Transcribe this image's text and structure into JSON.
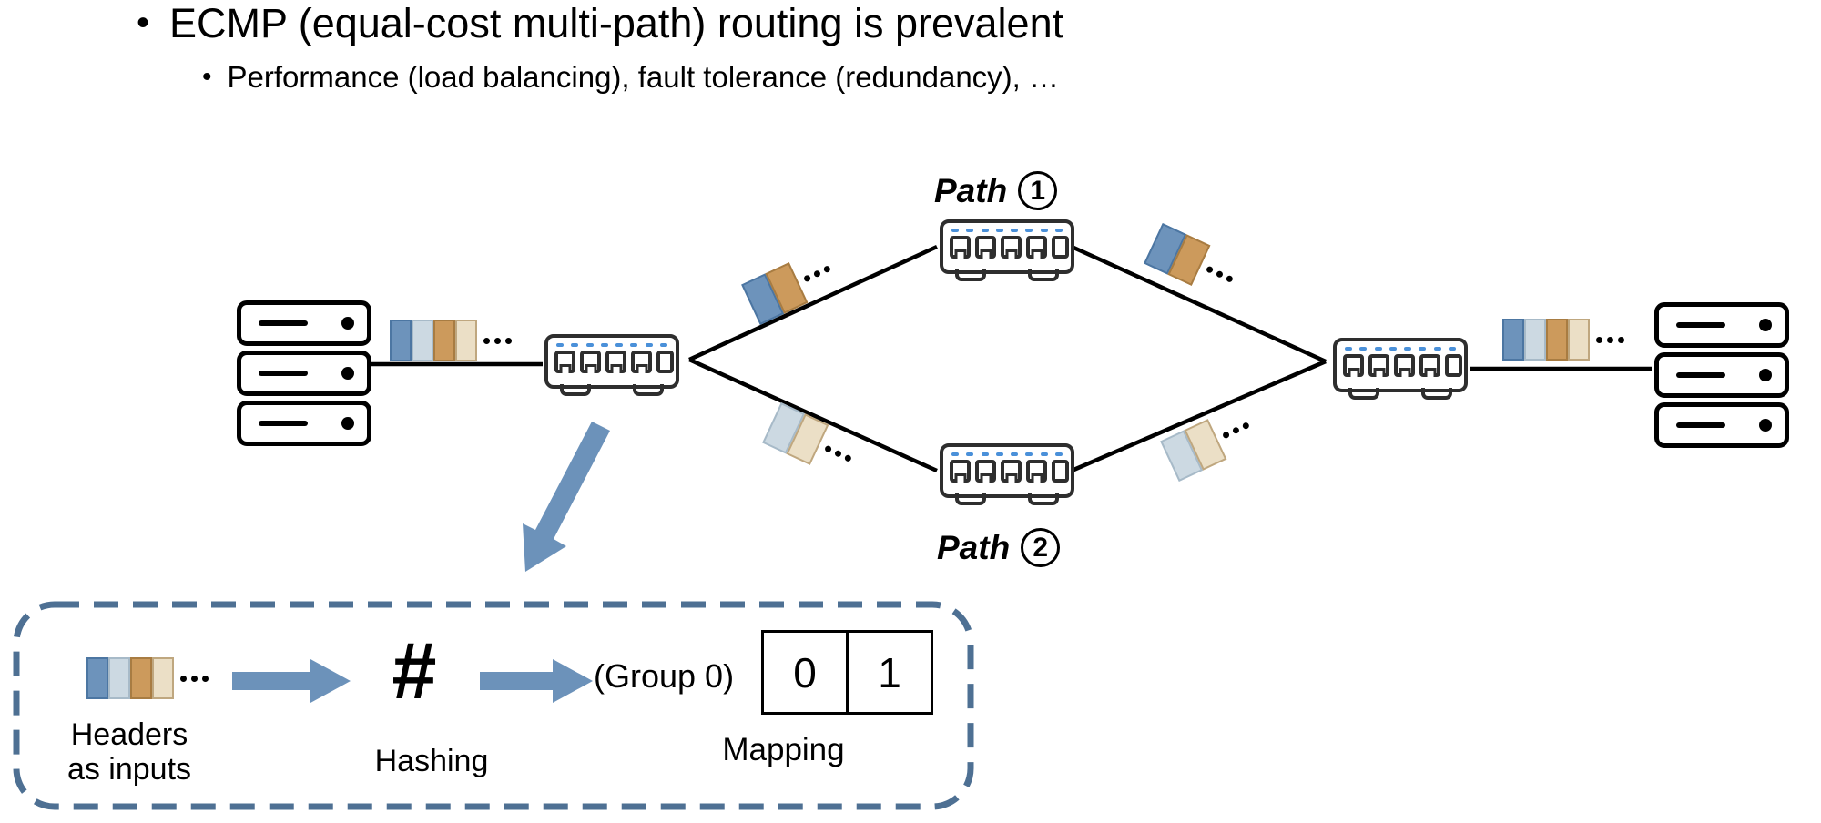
{
  "slide": {
    "bullet_marker": "•",
    "bullets": [
      {
        "text": "ECMP (equal-cost multi-path) routing is prevalent"
      },
      {
        "text": "Performance (load balancing), fault tolerance (redundancy), …"
      }
    ]
  },
  "diagram": {
    "path1": {
      "label": "Path",
      "number": "1"
    },
    "path2": {
      "label": "Path",
      "number": "2"
    }
  },
  "hash_box": {
    "headers_caption_line1": "Headers",
    "headers_caption_line2": "as inputs",
    "hash_symbol": "#",
    "hashing_caption": "Hashing",
    "group_label": "(Group 0)",
    "mapping_caption": "Mapping",
    "mapping_table": {
      "cells": [
        "0",
        "1"
      ]
    }
  },
  "colors": {
    "packet_blue": "#6d93bb",
    "packet_light_blue": "#ccd9e2",
    "packet_orange": "#cc9a5c",
    "packet_cream": "#ebdfc6",
    "arrow_blue": "#6c92ba",
    "dashed_border": "#4e7093",
    "led_blue": "#4a90d9"
  }
}
